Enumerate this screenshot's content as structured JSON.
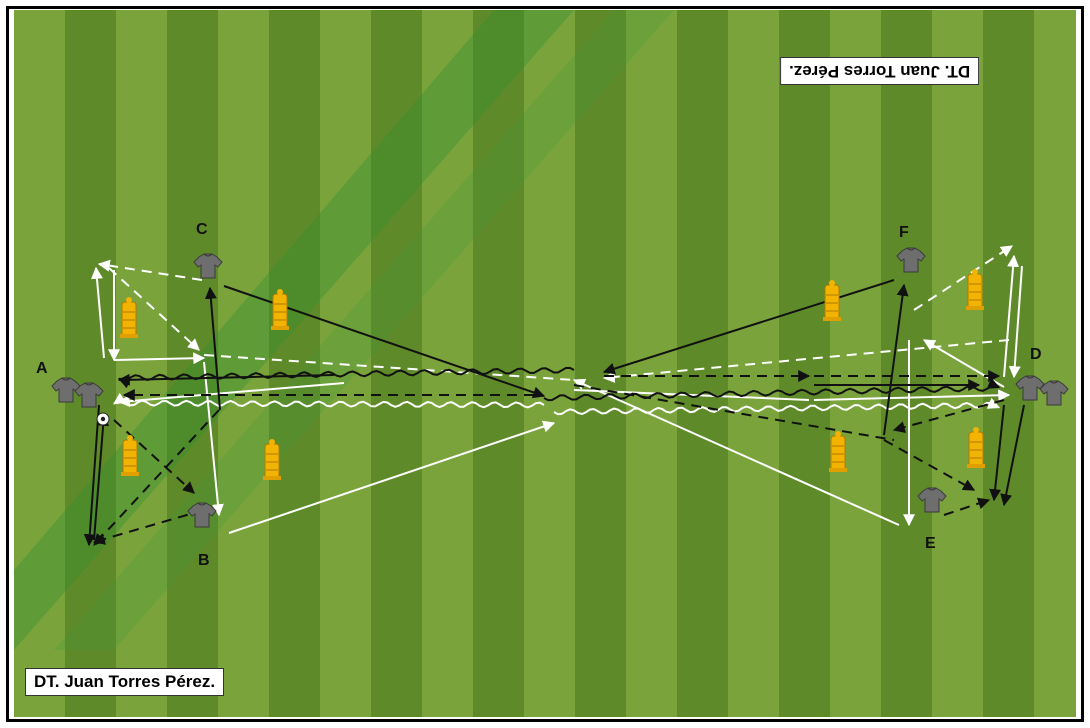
{
  "captions": {
    "top": "DT. Juan Torres Pérez.",
    "bottom": "DT. Juan Torres Pérez."
  },
  "players": {
    "a": "A",
    "b": "B",
    "c": "C",
    "d": "D",
    "e": "E",
    "f": "F"
  },
  "colors": {
    "pitch_light": "#7aa33c",
    "pitch_dark": "#5f8a2a",
    "watermark": "#2f8f2f",
    "cone": "#f2b400",
    "shirt": "#6e6e6e",
    "arrow_dark": "#111111",
    "arrow_light": "#ffffff"
  },
  "icons": [
    "soccer-ball-icon",
    "shirt-icon",
    "cone-icon"
  ]
}
